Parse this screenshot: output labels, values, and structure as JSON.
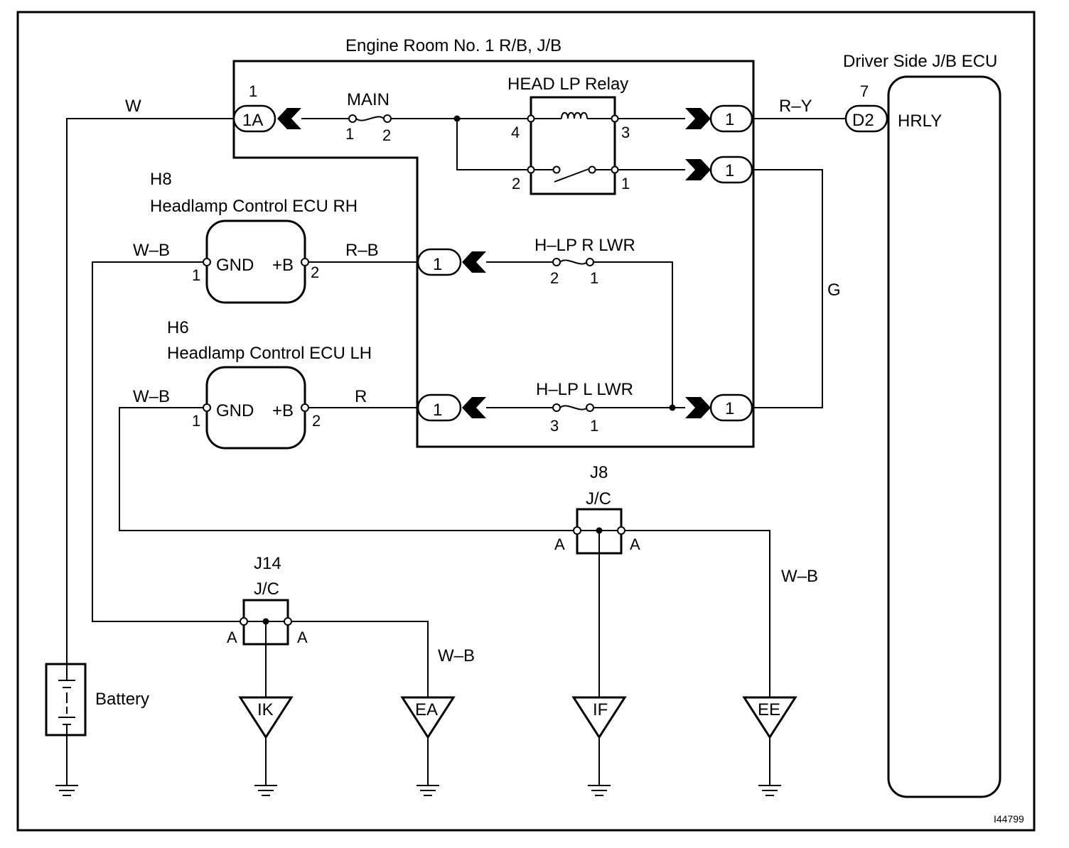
{
  "components": {
    "engine_room_rb": "Engine Room No. 1 R/B, J/B",
    "driver_jb": "Driver Side J/B ECU",
    "relay": "HEAD LP Relay",
    "main_fuse": "MAIN",
    "fuse_r_lwr": "H–LP R LWR",
    "fuse_l_lwr": "H–LP L LWR",
    "h8_code": "H8",
    "h8_name": "Headlamp Control ECU RH",
    "h6_code": "H6",
    "h6_name": "Headlamp Control ECU LH",
    "j8_code": "J8",
    "j8_type": "J/C",
    "j14_code": "J14",
    "j14_type": "J/C",
    "battery": "Battery",
    "hrly": "HRLY"
  },
  "wires": {
    "w": "W",
    "r_y": "R–Y",
    "g": "G",
    "w_b_rh": "W–B",
    "r_b": "R–B",
    "w_b_lh": "W–B",
    "r": "R",
    "w_b_j8": "W–B",
    "w_b_j14": "W–B"
  },
  "connectors": {
    "c1a": "1A",
    "c1a_pin": "1",
    "d2": "D2",
    "d2_pin": "7",
    "relay_out_1": "1",
    "relay_out_2": "1",
    "rh_conn": "1",
    "lh_conn": "1",
    "g_conn": "1"
  },
  "pins": {
    "main_1": "1",
    "main_2": "2",
    "relay_4": "4",
    "relay_3": "3",
    "relay_2": "2",
    "relay_1": "1",
    "rlwr_2": "2",
    "rlwr_1": "1",
    "llwr_3": "3",
    "llwr_1": "1",
    "h8_gnd_pin": "1",
    "h8_b_pin": "2",
    "h6_gnd_pin": "1",
    "h6_b_pin": "2",
    "gnd": "GND",
    "plus_b": "+B",
    "gnd_2": "GND",
    "plus_b_2": "+B",
    "j8_a_left": "A",
    "j8_a_right": "A",
    "j14_a_left": "A",
    "j14_a_right": "A"
  },
  "grounds": {
    "ik": "IK",
    "ea": "EA",
    "if": "IF",
    "ee": "EE"
  },
  "figure_id": "I44799"
}
